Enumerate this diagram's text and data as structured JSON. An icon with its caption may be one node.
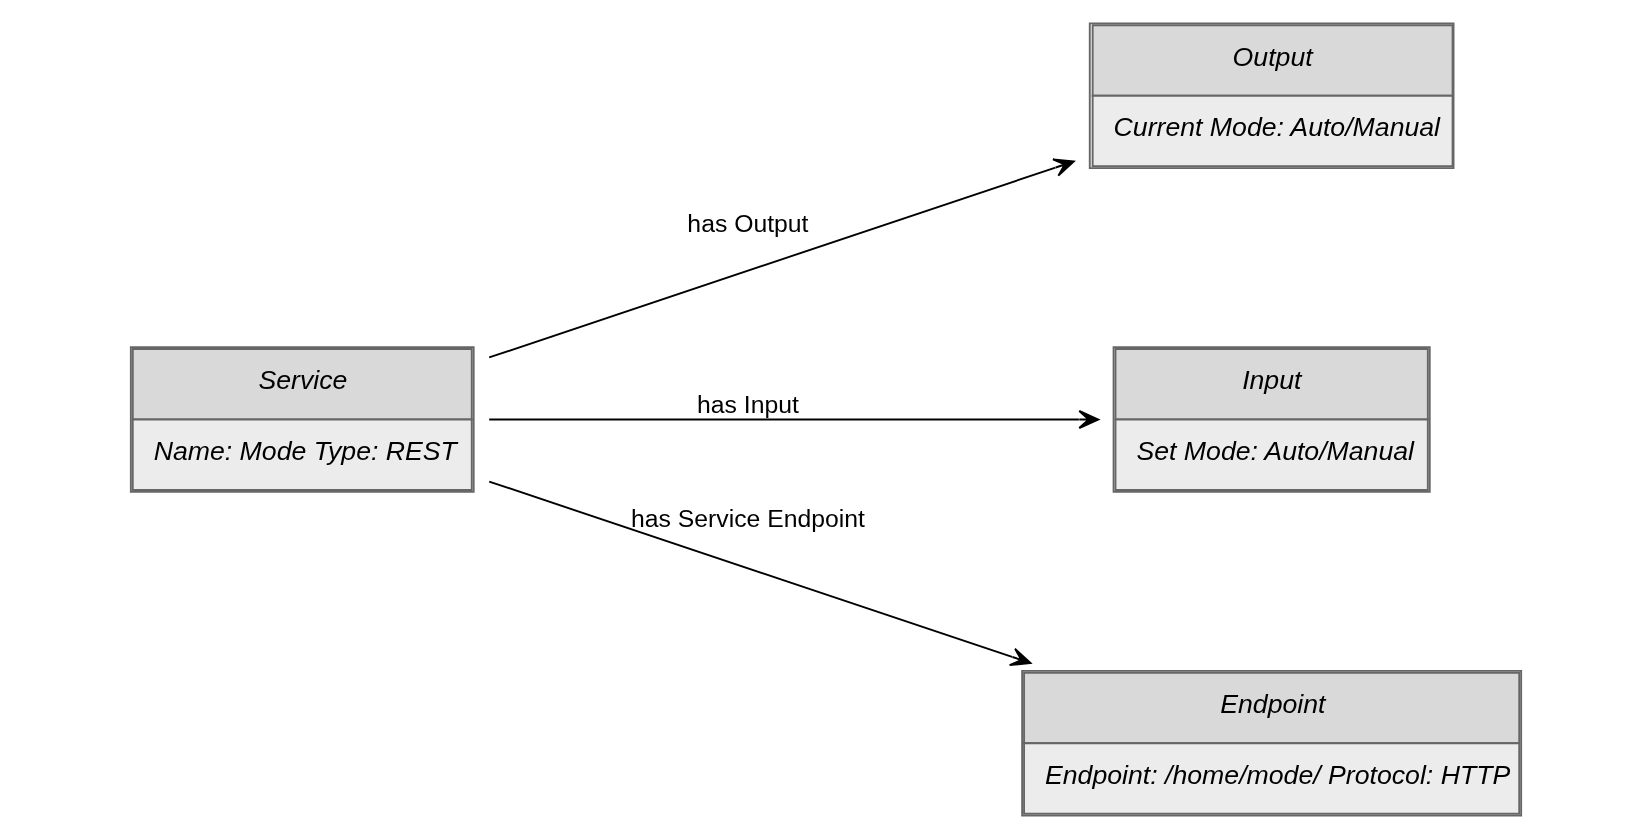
{
  "diagram": {
    "nodes": [
      {
        "text": [
          "Output",
          "Current Mode: Auto/Manual"
        ]
      },
      {
        "text": [
          "Service",
          "Name: Mode Type: REST"
        ]
      },
      {
        "text": [
          "Input",
          "Set Mode: Auto/Manual"
        ]
      },
      {
        "text": [
          "Endpoint",
          "Endpoint: /home/mode/ Protocol: HTTP"
        ]
      }
    ],
    "edges": [
      {
        "from": 1,
        "to": 0,
        "arrow": "to",
        "label": "has Output"
      },
      {
        "from": 1,
        "to": 2,
        "arrow": "to",
        "label": "has Input"
      },
      {
        "from": 1,
        "to": 3,
        "arrow": "to",
        "label": "has Service Endpoint"
      }
    ]
  }
}
